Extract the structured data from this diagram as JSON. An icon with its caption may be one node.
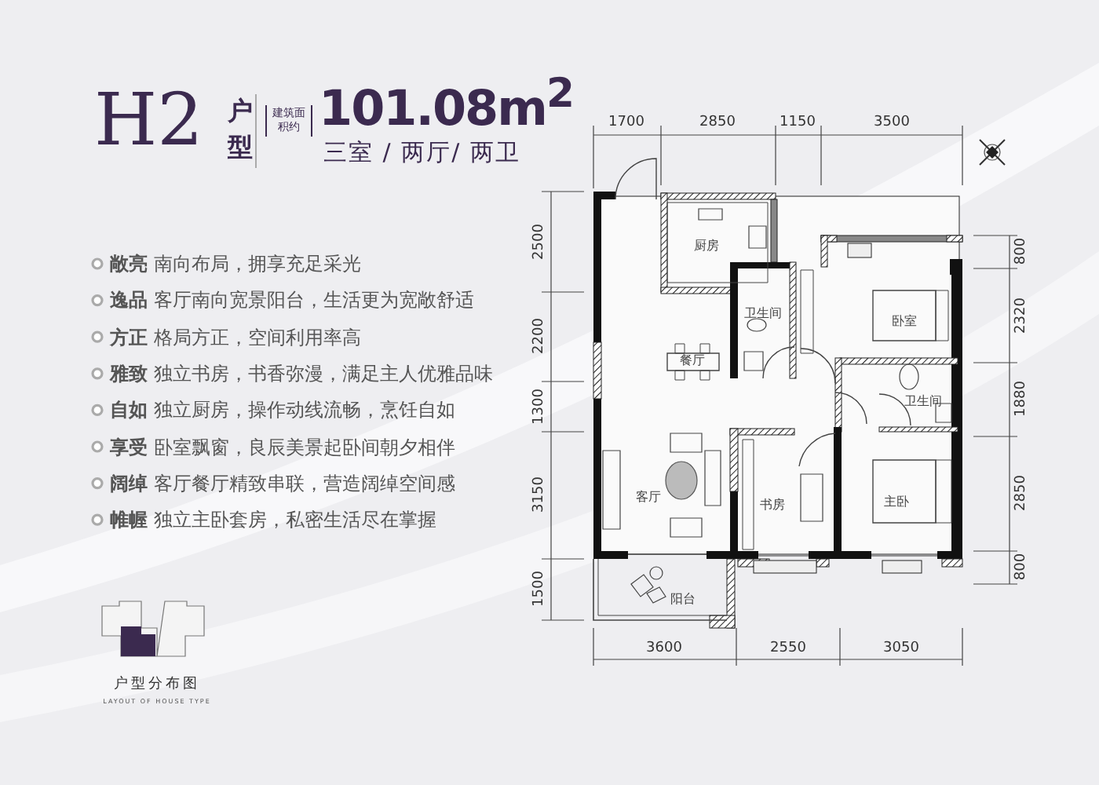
{
  "diagram": {
    "labels": [
      "H2",
      "户",
      "型",
      "建筑面积约",
      "101.08m$^{2}$",
      "三室 / 两厅/ 两卫",
      "**敞亮** 南向布局，拥享充足采光",
      "**逸品** 客厅南向宽景阳台，生活更为宽敞舒适",
      "**方正** 格局方正，空间利用率高",
      "**雅致** 独立书房，书香弥漫，满足主人优雅品味",
      "**自如** 独立厨房，操作动线流畅，烹饪自如",
      "**享受** 卧室飘窗，良辰美景起卧间朝夕相伴",
      "**阔绰** 客厅餐厅精致串联，营造阔绰空间感",
      "**帷幄** 独立主卧套房，私密生活尽在掌握",
      "1700",
      "2850",
      "1150",
      "3500",
      "2500",
      "2200",
      "1300",
      "3150",
      "1500",
      "800",
      "2320",
      "1880",
      "2850",
      "800",
      "3600",
      "2550",
      "3050",
      "厨房",
      "卫生间",
      "卧室",
      "餐厅",
      "卫生间",
      "客厅",
      "书房",
      "主卧",
      "阳台",
      "户型分布图",
      "LAYOUT OF HOUSE TYPE"
    ]
  }
}
